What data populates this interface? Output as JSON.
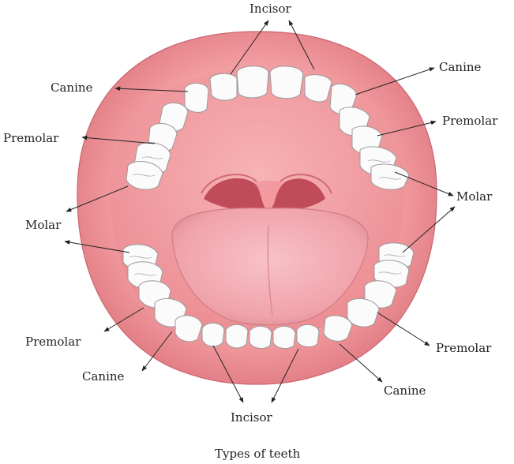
{
  "diagram": {
    "labels": {
      "incisor_top": "Incisor",
      "canine_top_left": "Canine",
      "canine_top_right": "Canine",
      "premolar_top_left": "Premolar",
      "premolar_top_right": "Premolar",
      "molar_left": "Molar",
      "molar_right": "Molar",
      "premolar_bottom_left": "Premolar",
      "premolar_bottom_right": "Premolar",
      "canine_bottom_left": "Canine",
      "canine_bottom_right": "Canine",
      "incisor_bottom": "Incisor"
    },
    "caption": "Types of teeth",
    "colors": {
      "lip": "#e8848a",
      "gum": "#f4a4a6",
      "palate": "#f0959a",
      "throat": "#c4525d",
      "tongue": "#f2aab0",
      "tongue_edge": "#d36f7a",
      "tooth": "#fbfbfb"
    }
  }
}
